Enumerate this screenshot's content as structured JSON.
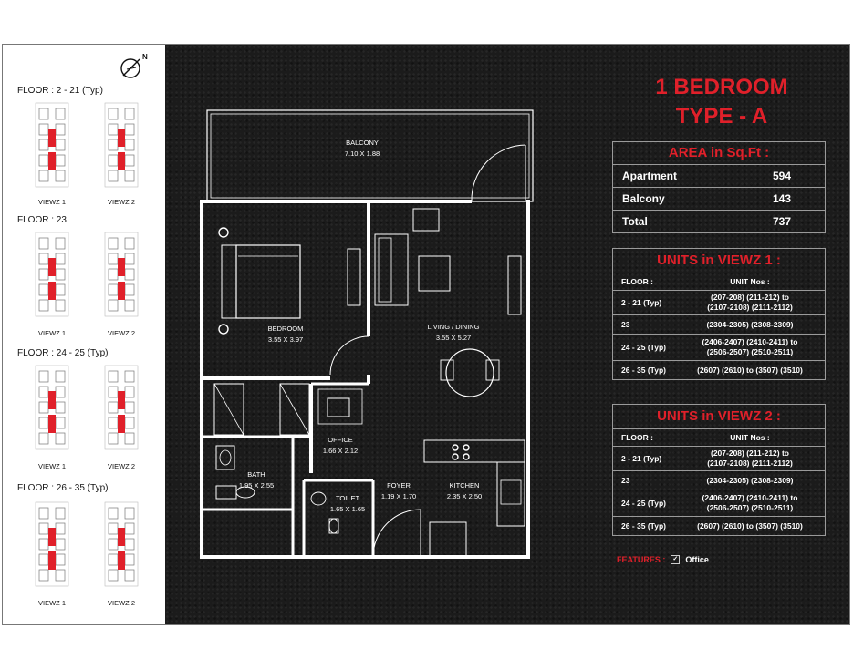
{
  "floor_groups": [
    {
      "title": "FLOOR : 2 - 21 (Typ)",
      "view1": "VIEWZ 1",
      "view2": "VIEWZ 2"
    },
    {
      "title": "FLOOR : 23",
      "view1": "VIEWZ 1",
      "view2": "VIEWZ 2"
    },
    {
      "title": "FLOOR : 24 - 25 (Typ)",
      "view1": "VIEWZ 1",
      "view2": "VIEWZ 2"
    },
    {
      "title": "FLOOR : 26 - 35 (Typ)",
      "view1": "VIEWZ 1",
      "view2": "VIEWZ 2"
    }
  ],
  "compass_label": "N",
  "plan": {
    "balcony": {
      "name": "BALCONY",
      "dims": "7.10 X 1.88"
    },
    "bedroom": {
      "name": "BEDROOM",
      "dims": "3.55 X 3.97"
    },
    "living": {
      "name": "LIVING / DINING",
      "dims": "3.55 X 5.27"
    },
    "office": {
      "name": "OFFICE",
      "dims": "1.66 X 2.12"
    },
    "bath": {
      "name": "BATH",
      "dims": "1.95 X 2.55"
    },
    "toilet": {
      "name": "TOILET",
      "dims": "1.65 X 1.65"
    },
    "foyer": {
      "name": "FOYER",
      "dims": "1.19 X 1.70"
    },
    "kitchen": {
      "name": "KITCHEN",
      "dims": "2.35 X 2.50"
    }
  },
  "title_line1": "1 BEDROOM",
  "title_line2": "TYPE - A",
  "area": {
    "header": "AREA in Sq.Ft :",
    "rows": [
      {
        "label": "Apartment",
        "value": "594"
      },
      {
        "label": "Balcony",
        "value": "143"
      },
      {
        "label": "Total",
        "value": "737"
      }
    ]
  },
  "units_viewz1": {
    "header": "UNITS in VIEWZ 1 :",
    "col_floor": "FLOOR :",
    "col_units": "UNIT Nos :",
    "rows": [
      {
        "floor": "2 - 21 (Typ)",
        "units_line1": "(207-208) (211-212) to",
        "units_line2": "(2107-2108) (2111-2112)"
      },
      {
        "floor": "23",
        "units_line1": "(2304-2305) (2308-2309)",
        "units_line2": ""
      },
      {
        "floor": "24 - 25 (Typ)",
        "units_line1": "(2406-2407) (2410-2411) to",
        "units_line2": "(2506-2507) (2510-2511)"
      },
      {
        "floor": "26 - 35 (Typ)",
        "units_line1": "(2607) (2610) to (3507) (3510)",
        "units_line2": ""
      }
    ]
  },
  "units_viewz2": {
    "header": "UNITS in VIEWZ 2 :",
    "col_floor": "FLOOR :",
    "col_units": "UNIT Nos :",
    "rows": [
      {
        "floor": "2 - 21 (Typ)",
        "units_line1": "(207-208) (211-212) to",
        "units_line2": "(2107-2108) (2111-2112)"
      },
      {
        "floor": "23",
        "units_line1": "(2304-2305) (2308-2309)",
        "units_line2": ""
      },
      {
        "floor": "24 - 25 (Typ)",
        "units_line1": "(2406-2407) (2410-2411) to",
        "units_line2": "(2506-2507) (2510-2511)"
      },
      {
        "floor": "26 - 35 (Typ)",
        "units_line1": "(2607) (2610) to (3507) (3510)",
        "units_line2": ""
      }
    ]
  },
  "features": {
    "label": "FEATURES :",
    "check": "✓",
    "item": "Office"
  },
  "colors": {
    "accent": "#e0202a",
    "background": "#1b1b1b",
    "line": "#ffffff"
  }
}
